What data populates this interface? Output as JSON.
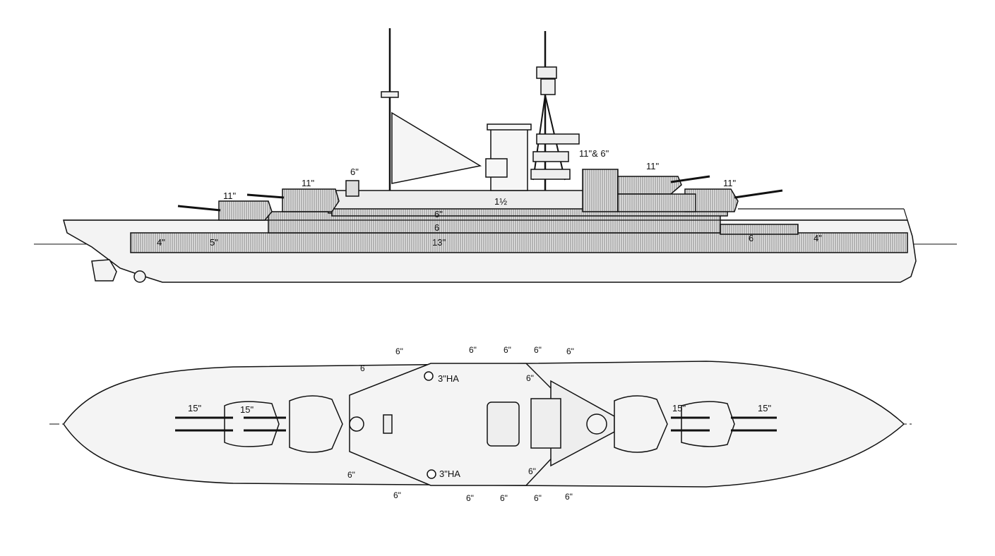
{
  "profile_view": {
    "armour_labels": {
      "a4_fwd": "4\"",
      "a5": "5\"",
      "a13": "13\"",
      "a6_upper": "6\"",
      "a6_mid": "6",
      "a6_aft": "6",
      "a4_aft": "4\""
    },
    "turret_labels": {
      "t11_a": "11\"",
      "t11_b": "11\"",
      "t6_fwd": "6\"",
      "t1_half": "1½",
      "t11_6": "11\"& 6\"",
      "t11_c": "11\"",
      "t11_d": "11\""
    }
  },
  "plan_view": {
    "gun_labels": {
      "g15_fl": "15\"",
      "g15_fr": "15\"",
      "g15_al": "15\"",
      "g15_ar": "15\"",
      "top_6_a": "6\"",
      "top_6_b": "6",
      "top_6_c": "6\"",
      "top_6_d": "6\"",
      "top_6_e": "6\"",
      "top_6_f": "6\"",
      "top_6_g": "6\"",
      "ha_top": "3\"HA",
      "ha_bot": "3\"HA",
      "bot_6_a": "6\"",
      "bot_6_b": "6\"",
      "bot_6_c": "6\"",
      "bot_6_d": "6\"",
      "bot_6_e": "6\"",
      "bot_6_f": "6\"",
      "bot_6_g": "6\""
    }
  },
  "colors": {
    "ink": "#111111",
    "paper": "#ffffff",
    "hull": "#f2f2f2",
    "hatch": "#555555"
  }
}
